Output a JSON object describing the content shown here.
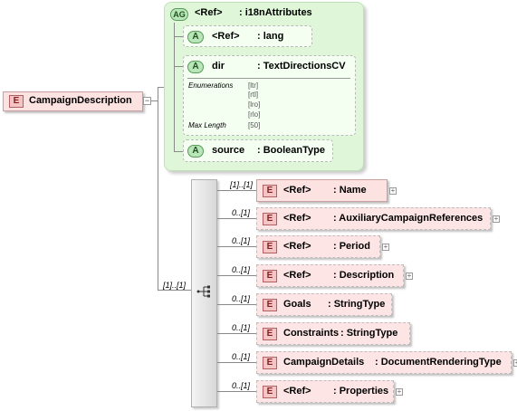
{
  "root": {
    "badge": "E",
    "label": "CampaignDescription",
    "toggle": "−"
  },
  "attribute_group": {
    "badge": "AG",
    "ref": "<Ref>",
    "type": ": i18nAttributes",
    "attributes": [
      {
        "badge": "A",
        "name": "<Ref>",
        "type": ": lang"
      },
      {
        "badge": "A",
        "name": "dir",
        "type": ": TextDirectionsCV",
        "enumerations_label": "Enumerations",
        "enumerations": [
          "[ltr]",
          "[rtl]",
          "[lro]",
          "[rlo]"
        ],
        "max_length_label": "Max Length",
        "max_length": "[50]"
      },
      {
        "badge": "A",
        "name": "source",
        "type": ": BooleanType"
      }
    ]
  },
  "sequence": {
    "occurrence": "[1]..[1]"
  },
  "children": [
    {
      "occurrence": "[1]..[1]",
      "badge": "E",
      "name": "<Ref>",
      "type": ": Name",
      "expand": "+"
    },
    {
      "occurrence": "0..[1]",
      "badge": "E",
      "name": "<Ref>",
      "type": ": AuxiliaryCampaignReferences",
      "expand": "+"
    },
    {
      "occurrence": "0..[1]",
      "badge": "E",
      "name": "<Ref>",
      "type": ": Period",
      "expand": "+"
    },
    {
      "occurrence": "0..[1]",
      "badge": "E",
      "name": "<Ref>",
      "type": ": Description",
      "expand": "+"
    },
    {
      "occurrence": "0..[1]",
      "badge": "E",
      "name": "Goals",
      "type": ": StringType",
      "expand": ""
    },
    {
      "occurrence": "0..[1]",
      "badge": "E",
      "name": "Constraints",
      "type": ": StringType",
      "expand": ""
    },
    {
      "occurrence": "0..[1]",
      "badge": "E",
      "name": "CampaignDetails",
      "type": ": DocumentRenderingType",
      "expand": "+"
    },
    {
      "occurrence": "0..[1]",
      "badge": "E",
      "name": "<Ref>",
      "type": ": Properties",
      "expand": "+"
    }
  ]
}
